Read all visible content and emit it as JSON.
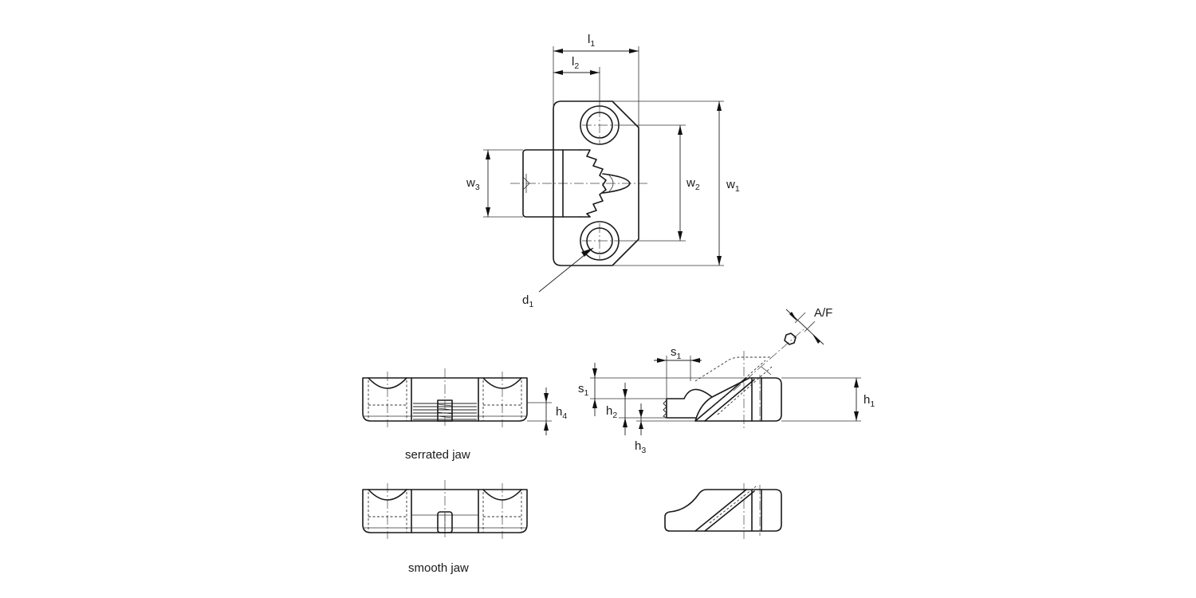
{
  "labels": {
    "l1": {
      "main": "l",
      "sub": "1"
    },
    "l2": {
      "main": "l",
      "sub": "2"
    },
    "w1": {
      "main": "w",
      "sub": "1"
    },
    "w2": {
      "main": "w",
      "sub": "2"
    },
    "w3": {
      "main": "w",
      "sub": "3"
    },
    "d1": {
      "main": "d",
      "sub": "1"
    },
    "h1": {
      "main": "h",
      "sub": "1"
    },
    "h2": {
      "main": "h",
      "sub": "2"
    },
    "h3": {
      "main": "h",
      "sub": "3"
    },
    "h4": {
      "main": "h",
      "sub": "4"
    },
    "s1_top": {
      "main": "s",
      "sub": "1"
    },
    "s1_side": {
      "main": "s",
      "sub": "1"
    },
    "af": "A/F"
  },
  "captions": {
    "serrated": "serrated jaw",
    "smooth": "smooth jaw"
  }
}
